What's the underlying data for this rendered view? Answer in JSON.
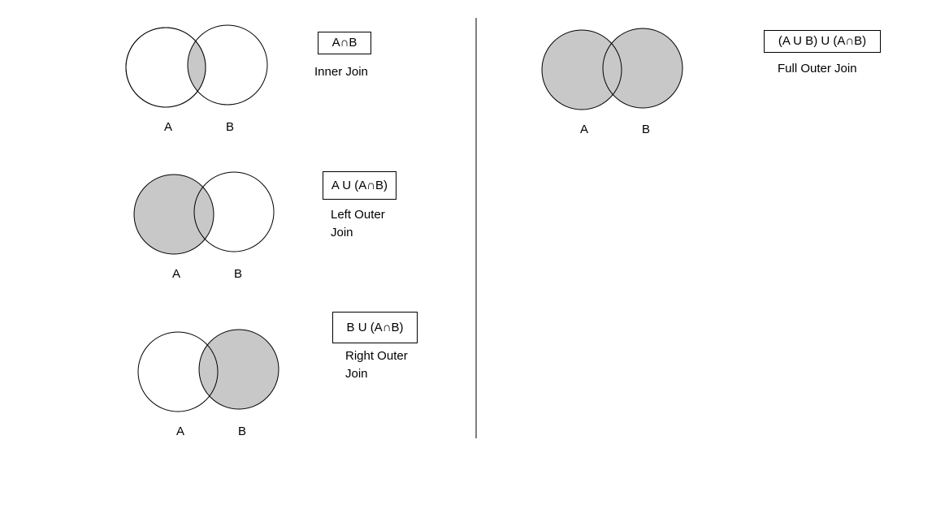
{
  "colors": {
    "fill": "#c8c8c8",
    "stroke": "#000000",
    "background": "#ffffff"
  },
  "diagrams": [
    {
      "id": "inner",
      "formula": "A∩B",
      "caption_line1": "Inner Join",
      "caption_line2": "",
      "label_a": "A",
      "label_b": "B",
      "shade": "intersection"
    },
    {
      "id": "left-outer",
      "formula": "A U (A∩B)",
      "caption_line1": "Left Outer",
      "caption_line2": "Join",
      "label_a": "A",
      "label_b": "B",
      "shade": "a"
    },
    {
      "id": "right-outer",
      "formula": "B U (A∩B)",
      "caption_line1": "Right Outer",
      "caption_line2": "Join",
      "label_a": "A",
      "label_b": "B",
      "shade": "b"
    },
    {
      "id": "full-outer",
      "formula": "(A U B) U (A∩B)",
      "caption_line1": "Full Outer Join",
      "caption_line2": "",
      "label_a": "A",
      "label_b": "B",
      "shade": "union"
    }
  ]
}
